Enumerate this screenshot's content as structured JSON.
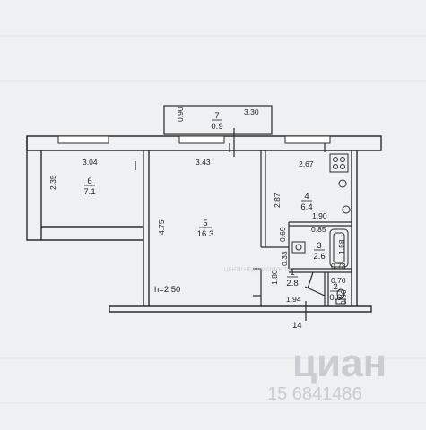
{
  "plan": {
    "rooms": [
      {
        "id": "6",
        "area": "7.1"
      },
      {
        "id": "5",
        "area": "16.3"
      },
      {
        "id": "4",
        "area": "6.4"
      },
      {
        "id": "3",
        "area": "2.6"
      },
      {
        "id": "1",
        "area": "2.8"
      },
      {
        "id": "2",
        "area": "0.6"
      },
      {
        "id": "7",
        "area": "0.9"
      }
    ],
    "dimensions": {
      "balcony_width": "3.30",
      "balcony_depth": "0.90",
      "room6_width": "3.04",
      "room6_depth": "2.35",
      "room5_width": "3.43",
      "room5_depth": "4.75",
      "kitchen_width": "2.67",
      "kitchen_depth": "2.87",
      "bath_width": "1.90",
      "bath_side": "1.58",
      "bath_small": "0.85",
      "bath_small2": "0.73",
      "hall_a": "0.69",
      "hall_b": "0.33",
      "hall_c": "1.80",
      "hall_width": "1.94",
      "wc_width": "0.70",
      "wc_depth": "0.90"
    },
    "ceiling_height": "h=2.50",
    "sheet_number": "14"
  },
  "watermark": {
    "brand": "циан",
    "center_text": "ЦЕНТР НЕДВИЖИМОСТИ",
    "id_text": "15 6841486"
  },
  "colors": {
    "paper": "#eef0f2",
    "line": "#2b2b2b",
    "watermark": "#c9ccd0"
  }
}
